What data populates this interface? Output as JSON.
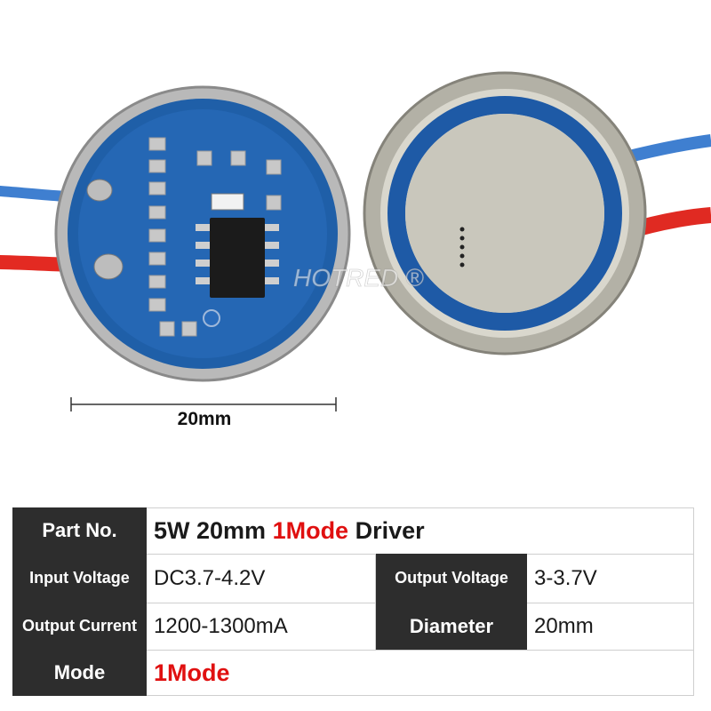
{
  "product_photo": {
    "dimension_label": "20mm",
    "watermark": "HOTRED ®"
  },
  "spec_table": {
    "part_no": {
      "label": "Part No.",
      "value_prefix": "5W 20mm ",
      "value_highlight": "1Mode",
      "value_suffix": " Driver"
    },
    "input_voltage": {
      "label": "Input Voltage",
      "value": "DC3.7-4.2V"
    },
    "output_voltage": {
      "label": "Output Voltage",
      "value": "3-3.7V"
    },
    "output_current": {
      "label": "Output Current",
      "value": "1200-1300mA"
    },
    "diameter": {
      "label": "Diameter",
      "value": "20mm"
    },
    "mode": {
      "label": "Mode",
      "value": "1Mode"
    }
  }
}
